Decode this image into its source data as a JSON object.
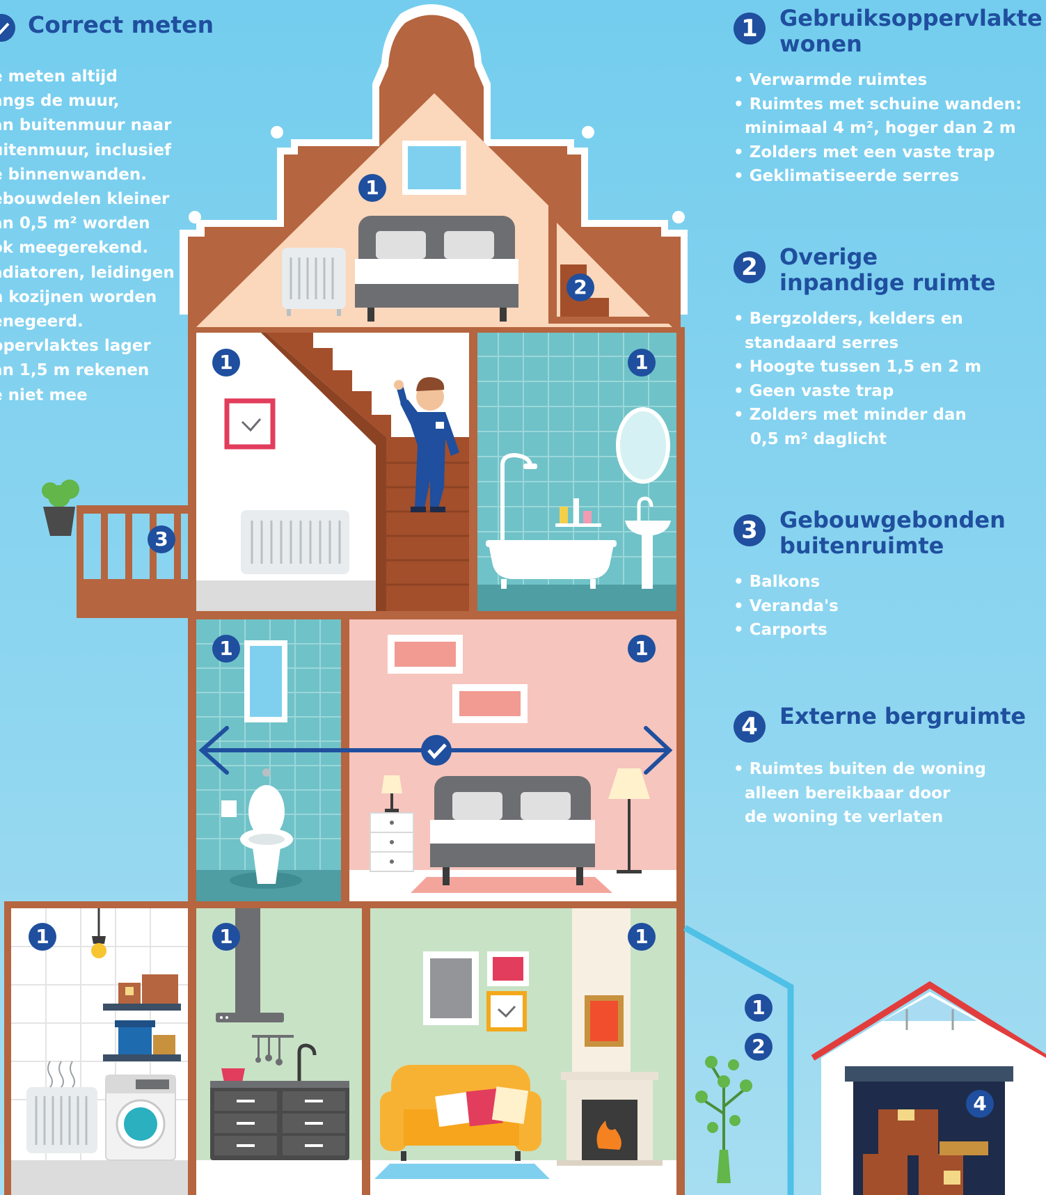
{
  "correct": {
    "title": "Correct meten",
    "lines": [
      "e meten altijd",
      "angs de muur,",
      "an buitenmuur naar",
      "uitenmuur, inclusief",
      "e binnenwanden.",
      "ebouwdelen kleiner",
      "an 0,5 m² worden",
      "ok meegerekend.",
      "adiatoren, leidingen",
      "n kozijnen worden",
      "enegeerd.",
      "ppervlaktes lager",
      "an 1,5 m rekenen",
      "e niet mee"
    ]
  },
  "sections": [
    {
      "num": "1",
      "title": "Gebruiksoppervlakte wonen",
      "items": [
        "• Verwarmde ruimtes",
        "• Ruimtes met schuine wanden:",
        "  minimaal 4 m², hoger dan 2 m",
        "• Zolders met een vaste trap",
        "• Geklimatiseerde serres"
      ]
    },
    {
      "num": "2",
      "title": "Overige inpandige ruimte",
      "items": [
        "• Bergzolders, kelders en",
        "  standaard serres",
        "• Hoogte tussen 1,5 en 2 m",
        "• Geen vaste trap",
        "• Zolders met minder dan",
        "   0,5 m² daglicht"
      ]
    },
    {
      "num": "3",
      "title": "Gebouwgebonden buitenruimte",
      "items": [
        "• Balkons",
        "• Veranda's",
        "• Carports"
      ]
    },
    {
      "num": "4",
      "title": "Externe bergruimte",
      "items": [
        "• Ruimtes buiten de woning",
        "  alleen bereikbaar door",
        "  de woning te verlaten"
      ]
    }
  ],
  "badges": {
    "attic": "1",
    "attic_storage": "2",
    "balcony": "3",
    "stair_room": "1",
    "bathroom": "1",
    "toilet": "1",
    "bedroom": "1",
    "laundry": "1",
    "kitchen": "1",
    "living": "1",
    "veranda_a": "1",
    "veranda_b": "2",
    "shed": "4"
  },
  "colors": {
    "accent": "#1f4f9e",
    "brick": "#b5653f",
    "sky": "#7fd0ef"
  },
  "icons": [
    "check-icon",
    "measure-arrow-icon",
    "radiator-icon",
    "bed-icon",
    "bathtub-icon",
    "toilet-icon",
    "washing-machine-icon",
    "fireplace-icon",
    "sofa-icon",
    "plant-icon"
  ]
}
